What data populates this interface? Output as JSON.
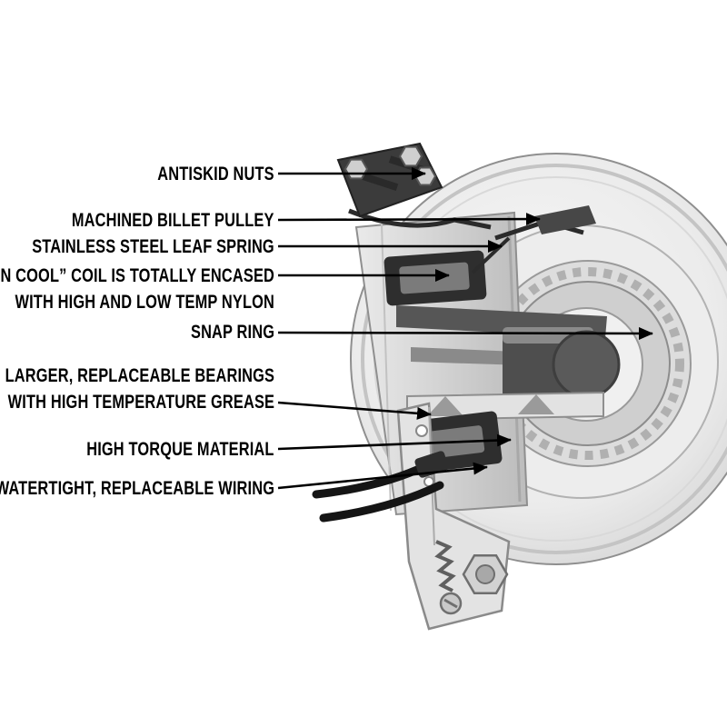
{
  "page": {
    "background": "#ffffff",
    "ink_color": "#000000"
  },
  "figure": {
    "name": "PTO clutch cutaway diagram with labeled features",
    "callouts": [
      {
        "id": "antiskid-nuts",
        "lines": [
          "ANTISKID NUTS"
        ]
      },
      {
        "id": "machined-billet-pulley",
        "lines": [
          "MACHINED BILLET PULLEY"
        ]
      },
      {
        "id": "stainless-steel-leaf-spring",
        "lines": [
          "STAINLESS STEEL LEAF SPRING"
        ]
      },
      {
        "id": "run-cool-coil",
        "lines": [
          "“RUN COOL” COIL IS TOTALLY ENCASED",
          "WITH HIGH AND LOW TEMP NYLON"
        ]
      },
      {
        "id": "snap-ring",
        "lines": [
          "SNAP RING"
        ]
      },
      {
        "id": "bearings",
        "lines": [
          "LARGER, REPLACEABLE BEARINGS",
          "WITH HIGH TEMPERATURE GREASE"
        ]
      },
      {
        "id": "high-torque-material",
        "lines": [
          "HIGH TORQUE MATERIAL"
        ]
      },
      {
        "id": "watertight-wiring",
        "lines": [
          "WATERTIGHT, REPLACEABLE WIRING"
        ]
      }
    ]
  }
}
